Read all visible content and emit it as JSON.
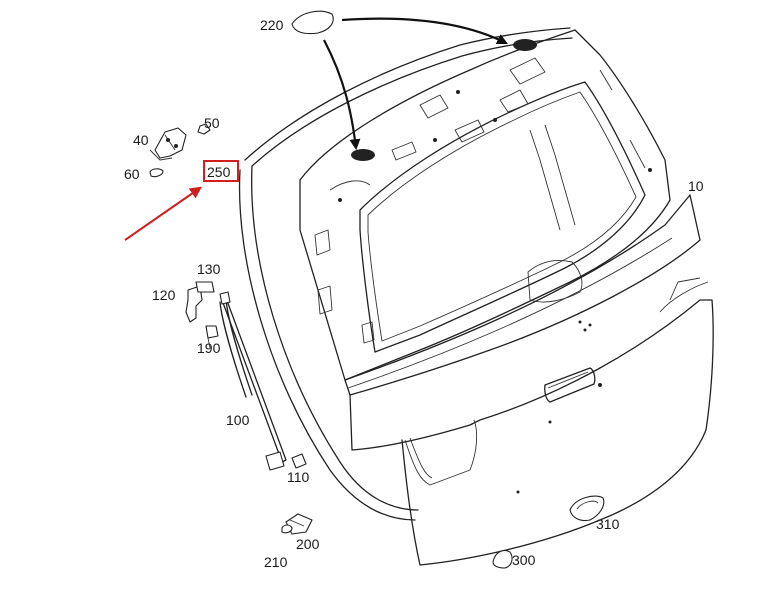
{
  "diagram": {
    "part_labels": [
      "220",
      "50",
      "40",
      "60",
      "250",
      "10",
      "130",
      "120",
      "190",
      "100",
      "110",
      "200",
      "210",
      "310",
      "300"
    ],
    "highlighted_label": "250",
    "colors": {
      "line": "#222222",
      "highlight": "#d11f1f",
      "arrow": "#111111",
      "background": "#ffffff"
    }
  }
}
